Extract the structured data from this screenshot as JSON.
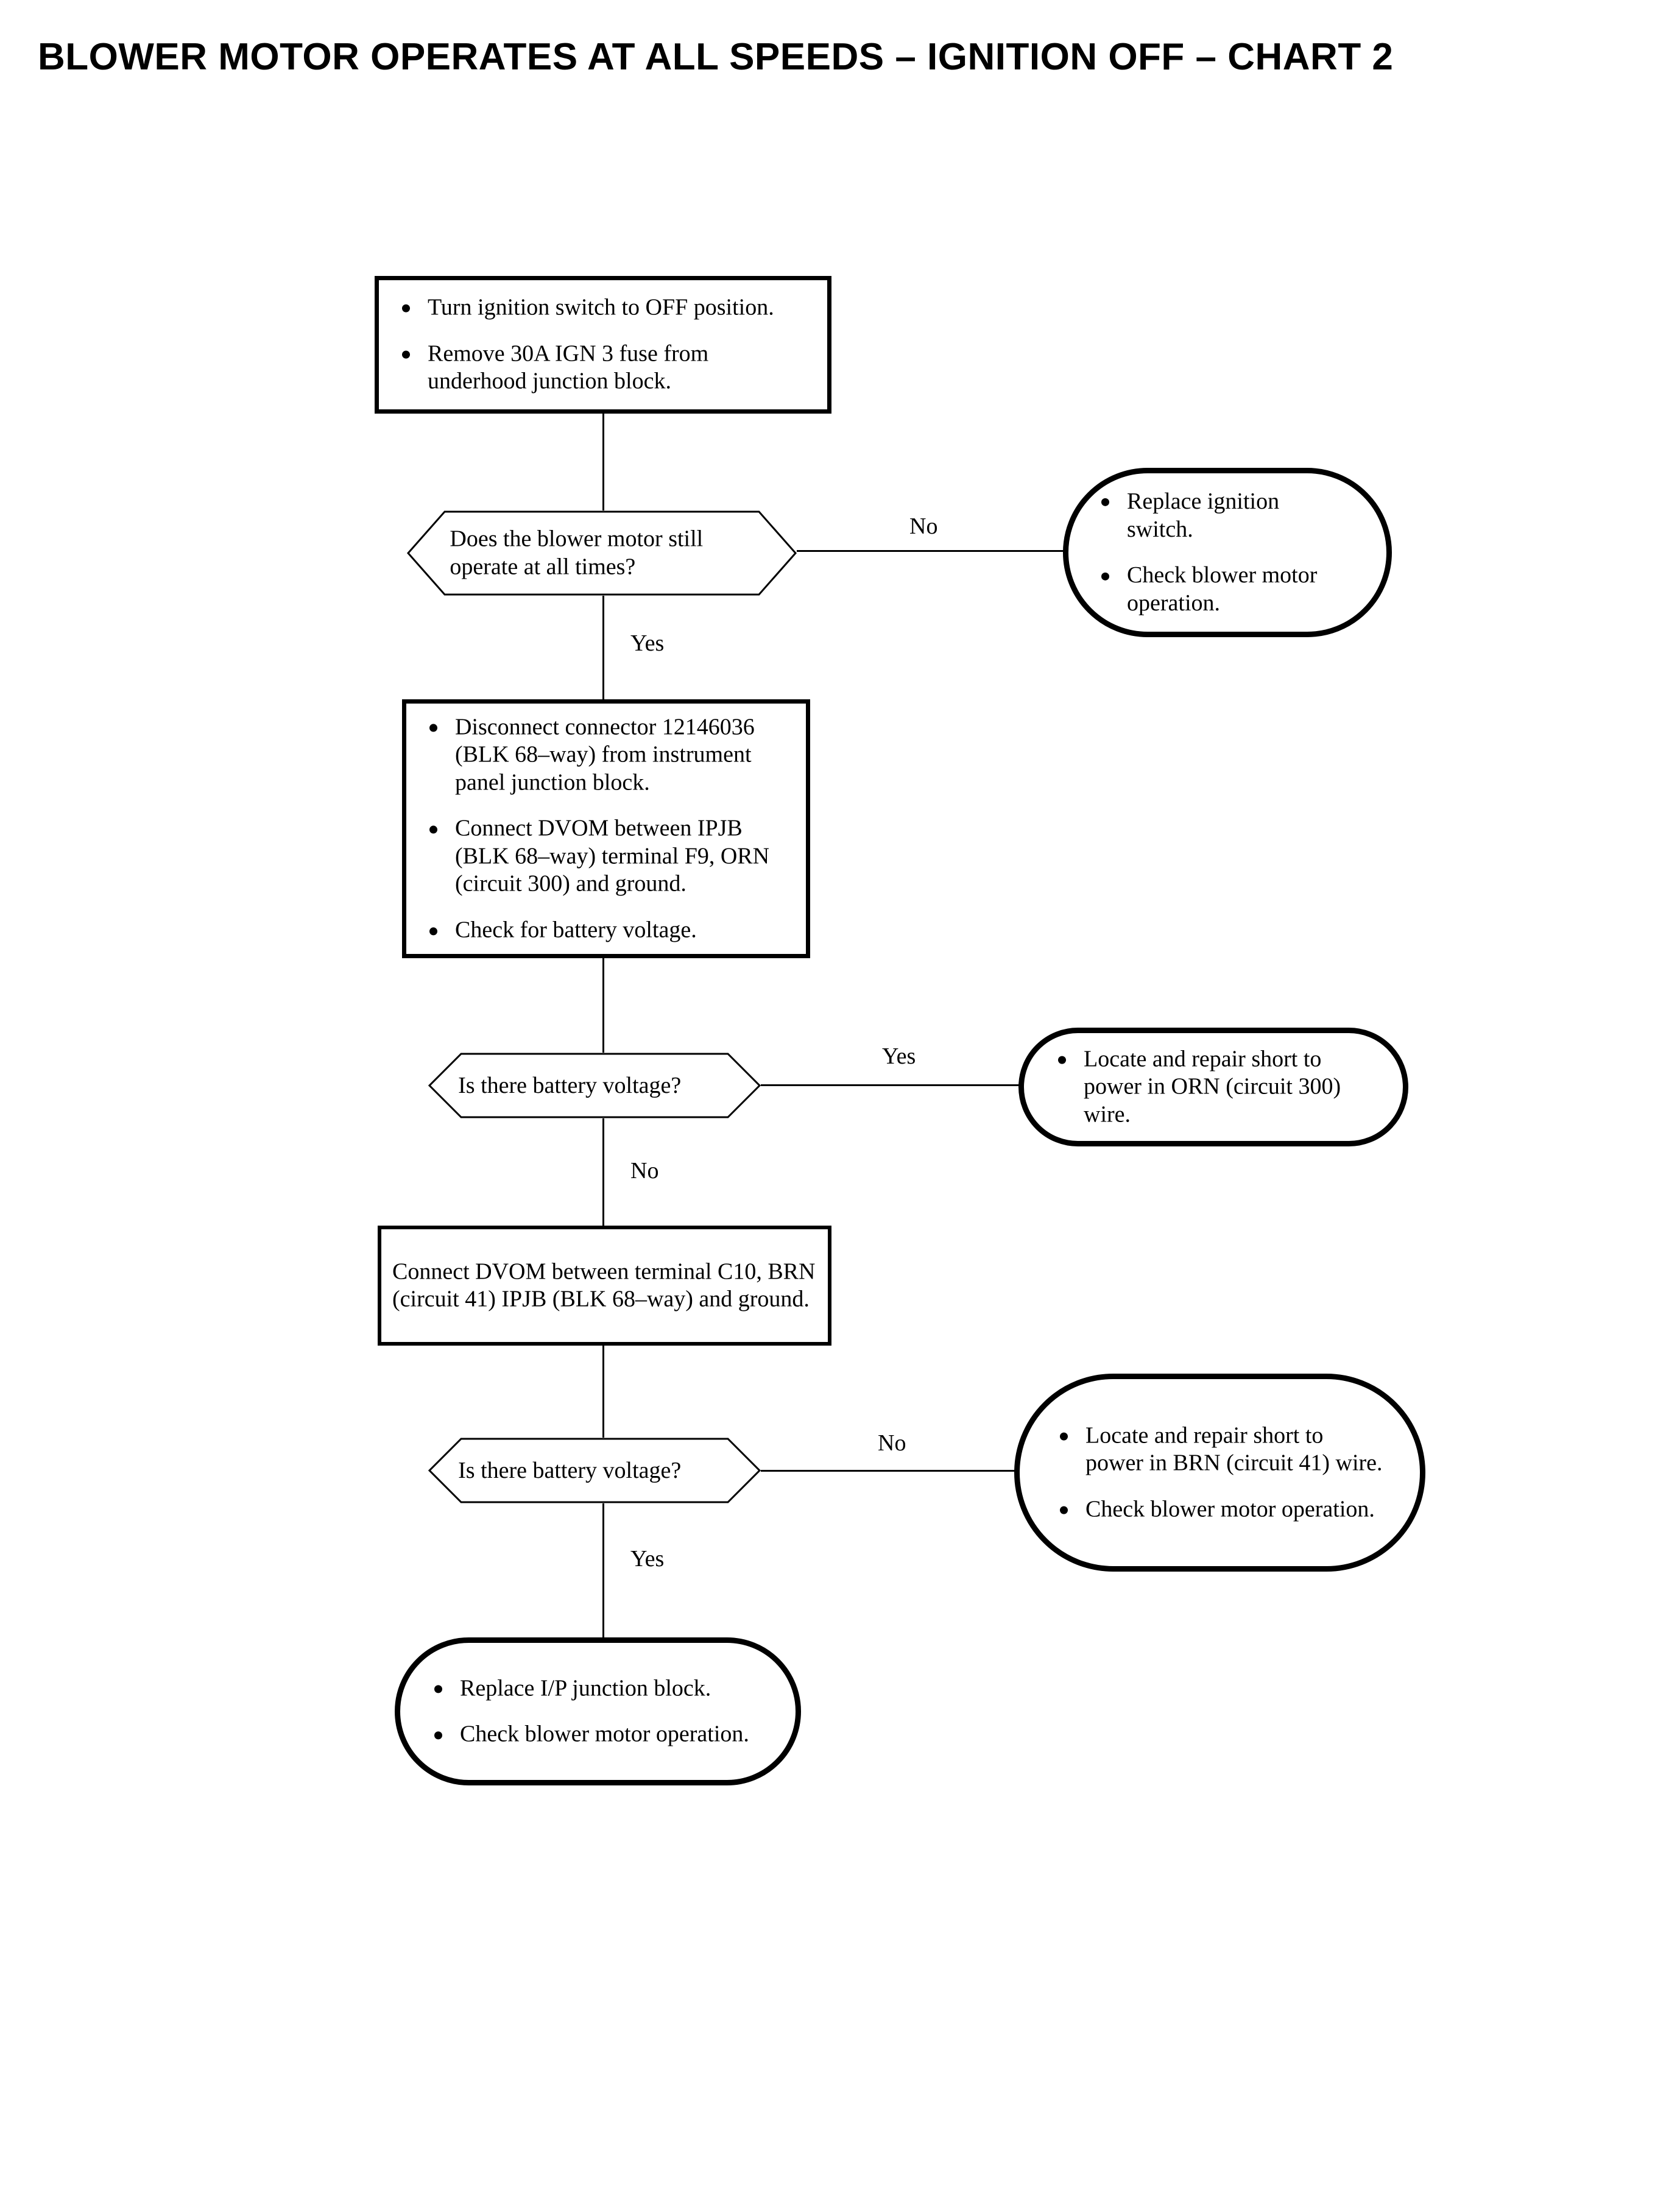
{
  "page": {
    "title": "BLOWER MOTOR OPERATES AT ALL SPEEDS – IGNITION OFF – CHART 2"
  },
  "chart_data": {
    "type": "diagram",
    "diagram_kind": "troubleshooting-flowchart",
    "title": "BLOWER MOTOR OPERATES AT ALL SPEEDS – IGNITION OFF – CHART 2",
    "orientation": "top-to-bottom",
    "nodes": [
      {
        "id": "step1",
        "shape": "process",
        "bullets": [
          "Turn ignition switch to OFF position.",
          "Remove 30A IGN 3 fuse from underhood junction block."
        ]
      },
      {
        "id": "decision1",
        "shape": "decision",
        "text": "Does the blower motor still operate at all times?"
      },
      {
        "id": "term1",
        "shape": "terminator",
        "bullets": [
          "Replace ignition switch.",
          "Check blower motor operation."
        ]
      },
      {
        "id": "step2",
        "shape": "process",
        "bullets": [
          "Disconnect connector 12146036 (BLK 68–way) from instrument panel junction block.",
          "Connect DVOM between IPJB (BLK 68–way) terminal F9, ORN (circuit 300) and ground.",
          "Check for battery voltage."
        ]
      },
      {
        "id": "decision2",
        "shape": "decision",
        "text": "Is there battery voltage?"
      },
      {
        "id": "term2",
        "shape": "terminator",
        "bullets": [
          "Locate and repair short to power in ORN (circuit 300) wire."
        ]
      },
      {
        "id": "step3",
        "shape": "process",
        "text": "Connect DVOM between terminal C10, BRN (circuit 41) IPJB (BLK 68–way) and ground."
      },
      {
        "id": "decision3",
        "shape": "decision",
        "text": "Is there battery voltage?"
      },
      {
        "id": "term3",
        "shape": "terminator",
        "bullets": [
          "Locate and repair short to power in BRN (circuit 41) wire.",
          "Check blower motor operation."
        ]
      },
      {
        "id": "term4",
        "shape": "terminator",
        "bullets": [
          "Replace I/P junction block.",
          "Check blower motor operation."
        ]
      }
    ],
    "edges": [
      {
        "from": "step1",
        "to": "decision1",
        "label": ""
      },
      {
        "from": "decision1",
        "to": "term1",
        "label": "No"
      },
      {
        "from": "decision1",
        "to": "step2",
        "label": "Yes"
      },
      {
        "from": "step2",
        "to": "decision2",
        "label": ""
      },
      {
        "from": "decision2",
        "to": "term2",
        "label": "Yes"
      },
      {
        "from": "decision2",
        "to": "step3",
        "label": "No"
      },
      {
        "from": "step3",
        "to": "decision3",
        "label": ""
      },
      {
        "from": "decision3",
        "to": "term3",
        "label": "No"
      },
      {
        "from": "decision3",
        "to": "term4",
        "label": "Yes"
      }
    ]
  },
  "nodes": {
    "step1": {
      "bullet1": "Turn ignition switch to OFF position.",
      "bullet2": "Remove 30A IGN 3 fuse from underhood junction block."
    },
    "decision1": {
      "text": "Does the blower motor still operate at all times?"
    },
    "term1": {
      "bullet1": "Replace ignition switch.",
      "bullet2": "Check blower motor operation."
    },
    "step2": {
      "bullet1": "Disconnect connector 12146036 (BLK 68–way) from instrument panel junction block.",
      "bullet2": "Connect DVOM between IPJB (BLK 68–way) terminal F9, ORN (circuit 300) and ground.",
      "bullet3": "Check for battery voltage."
    },
    "decision2": {
      "text": "Is there battery voltage?"
    },
    "term2": {
      "bullet1": "Locate and repair short to power in ORN (circuit 300) wire."
    },
    "step3": {
      "text": "Connect DVOM between terminal C10, BRN (circuit 41) IPJB (BLK 68–way) and ground."
    },
    "decision3": {
      "text": "Is there battery voltage?"
    },
    "term3": {
      "bullet1": "Locate and repair short to power in BRN (circuit 41) wire.",
      "bullet2": "Check blower motor operation."
    },
    "term4": {
      "bullet1": "Replace I/P junction block.",
      "bullet2": "Check blower motor operation."
    }
  },
  "edge_labels": {
    "d1_no": "No",
    "d1_yes": "Yes",
    "d2_yes": "Yes",
    "d2_no": "No",
    "d3_no": "No",
    "d3_yes": "Yes"
  },
  "colors": {
    "ink": "#000000",
    "paper": "#ffffff"
  }
}
